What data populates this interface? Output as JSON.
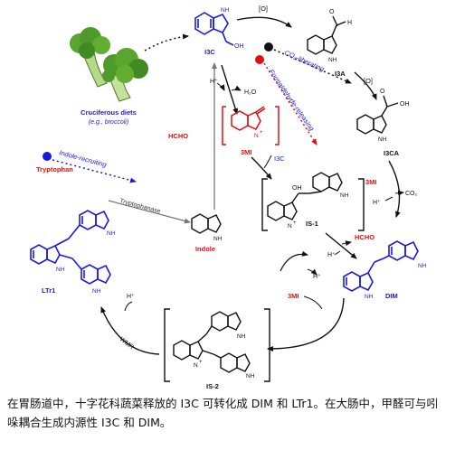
{
  "colors": {
    "blue": "#1a1adc",
    "red": "#e01010",
    "black": "#111111",
    "gray": "#555555",
    "broccoli": "#4f9a2b"
  },
  "icons": {
    "broccoli": "broccoli-icon",
    "catalyst_black": "black-dot-icon",
    "catalyst_red": "red-dot-icon",
    "catalyst_blue": "blue-dot-icon"
  },
  "labels": {
    "cruciferous": "Cruciferous diets",
    "broccoli_note": "(e.g., broccoli)",
    "i3c": "I3C",
    "oh": "OH",
    "o_top": "[O]",
    "o_mid": "[O]",
    "co_releasing": "CO₂-liberating",
    "formaldehyde_releasing": "Formaldehyde-releasing",
    "i3a": "I3A",
    "h_ald": "H",
    "o_ald": "O",
    "oh_acid": "OH",
    "o_acid": "O",
    "i3ca": "I3CA",
    "h_plus_1": "H⁺",
    "h2o": "H₂O",
    "mi_ion": "3MI",
    "hcho_left": "HCHO",
    "i3c_arrow": "I3C",
    "oh_is1": "OH",
    "is1": "IS-1",
    "mi_right": "3MI",
    "h_plus_i3ca": "H⁺",
    "co2": "CO₂",
    "hcho_right": "HCHO",
    "h_plus_dim1": "H⁺",
    "h_plus_dim2": "H⁺",
    "dim": "DIM",
    "indole_recruiting": "Indole-recruiting",
    "tryptophan": "Tryptophan",
    "tryptophanase": "Tryptophanase",
    "indole": "Indole",
    "mi_bottom": "3MI",
    "ltr1": "LTr1",
    "h_plus_ltr1": "H⁺",
    "wmr": "WMR",
    "is2": "IS-2"
  },
  "caption": "在胃肠道中，十字花科蔬菜释放的 I3C 可转化成 DIM 和 LTr1。在大肠中，甲醛可与吲哚耦合生成内源性 I3C 和 DIM。"
}
